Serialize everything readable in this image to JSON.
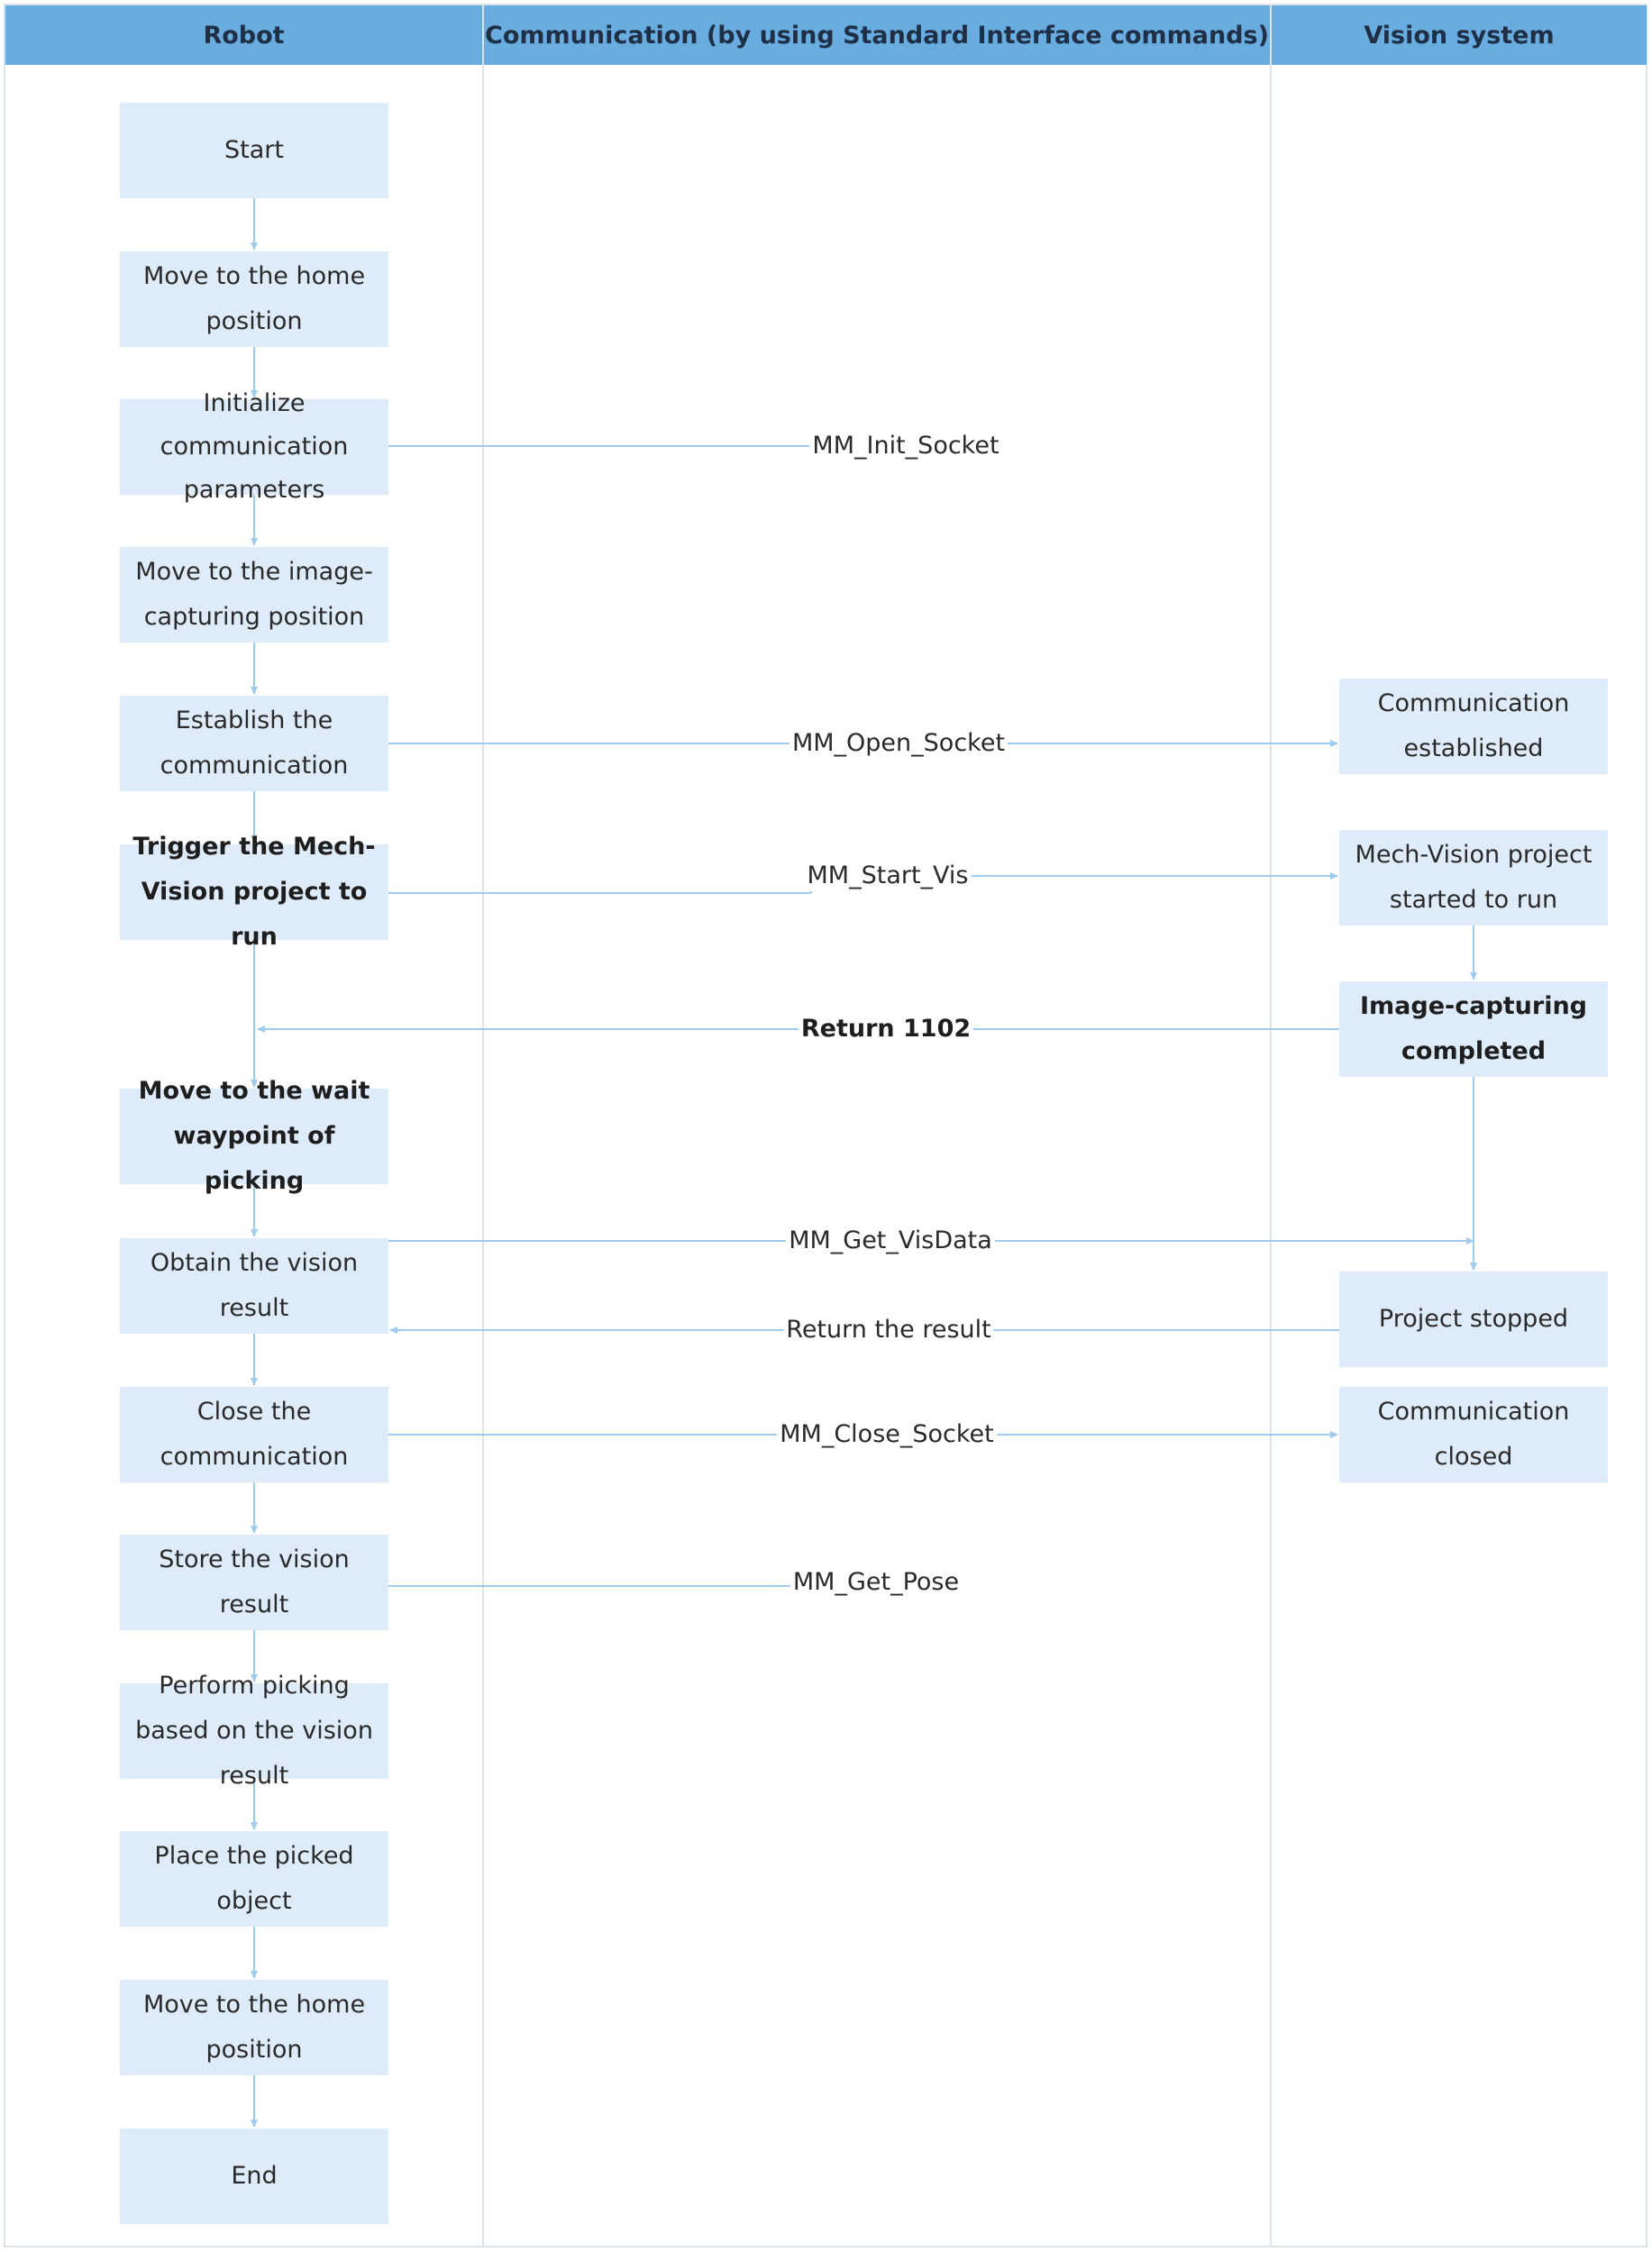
{
  "headers": {
    "robot": "Robot",
    "communication": "Communication (by using Standard Interface commands)",
    "vision": "Vision system"
  },
  "robot_steps": {
    "start": "Start",
    "home1": "Move to the home position",
    "init": "Initialize communication parameters",
    "capture_pos": "Move to the image-capturing position",
    "establish": "Establish the communication",
    "trigger": "Trigger the Mech-Vision project to run",
    "wait": "Move to the wait waypoint of picking",
    "obtain": "Obtain the vision result",
    "close": "Close the communication",
    "store": "Store the vision result",
    "pick": "Perform picking based on the vision result",
    "place": "Place the picked object",
    "home2": "Move to the home position",
    "end": "End"
  },
  "vision_steps": {
    "established": "Communication established",
    "started": "Mech-Vision project started to run",
    "captured": "Image-capturing completed",
    "stopped": "Project stopped",
    "closed": "Communication closed"
  },
  "messages": {
    "init_socket": "MM_Init_Socket",
    "open_socket": "MM_Open_Socket",
    "start_vis": "MM_Start_Vis",
    "return_1102": "Return 1102",
    "get_visdata": "MM_Get_VisData",
    "return_result": "Return the result",
    "close_socket": "MM_Close_Socket",
    "get_pose": "MM_Get_Pose"
  },
  "colors": {
    "header": "#68ace0",
    "node": "#deecf9",
    "connector": "#9ecbee",
    "lane_border": "#dde3ea"
  }
}
